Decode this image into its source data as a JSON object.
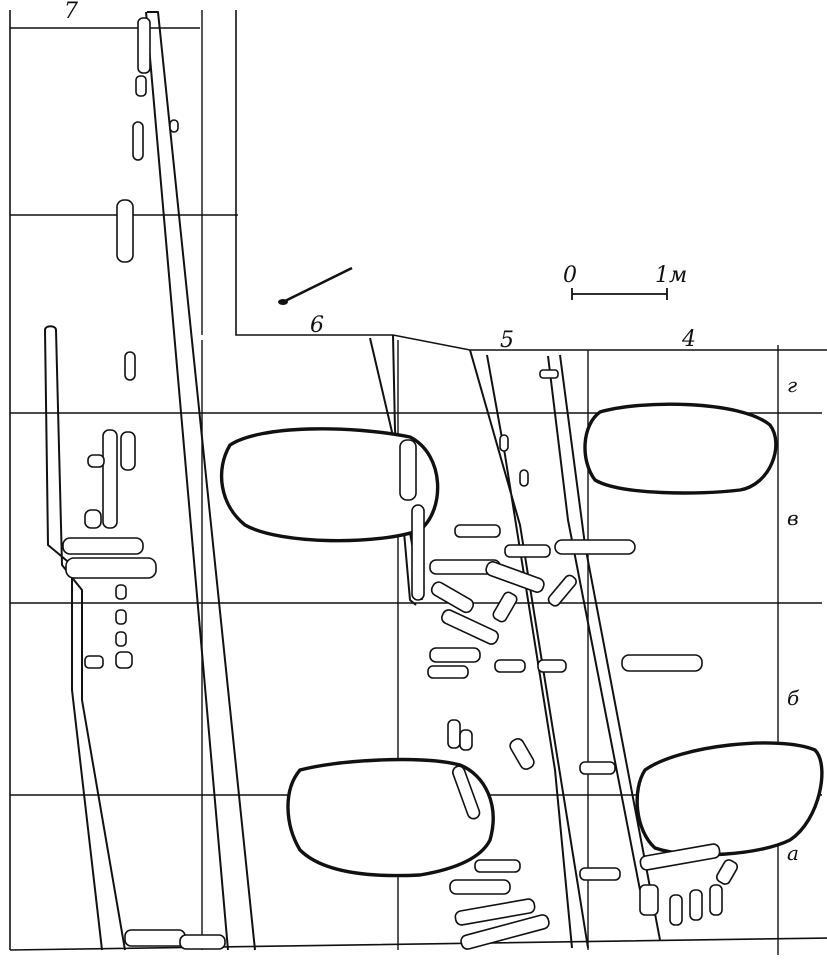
{
  "grid_labels": {
    "col_7": "7",
    "col_6": "6",
    "col_5": "5",
    "col_4": "4",
    "row_g": "г",
    "row_v": "в",
    "row_b": "б",
    "row_a": "а"
  },
  "scale_bar": {
    "start_label": "0",
    "end_label": "1м"
  }
}
